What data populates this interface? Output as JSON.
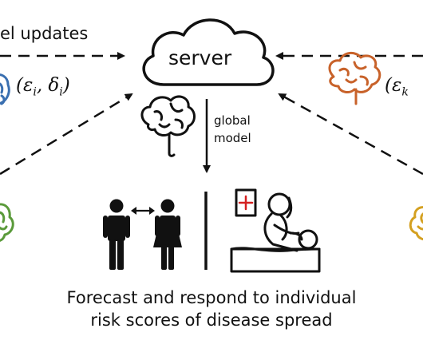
{
  "top_left_label": "el updates",
  "server_label": "server",
  "global_model_line1": "global",
  "global_model_line2": "model",
  "left_params": "(ε",
  "left_params_sub_i": "i",
  "left_params_mid": ", δ",
  "left_params_sub_i2": "i",
  "left_params_close": ")",
  "right_params": "(ε",
  "right_params_sub_k": "k",
  "caption_line1": "Forecast and respond to individual",
  "caption_line2": "risk scores of disease spread",
  "colors": {
    "left_brain": "#3a6fb0",
    "right_brain": "#c8622a",
    "bottom_left_brain": "#5a9a3a",
    "bottom_right_brain": "#d4a020",
    "red_cross": "#d42020"
  }
}
